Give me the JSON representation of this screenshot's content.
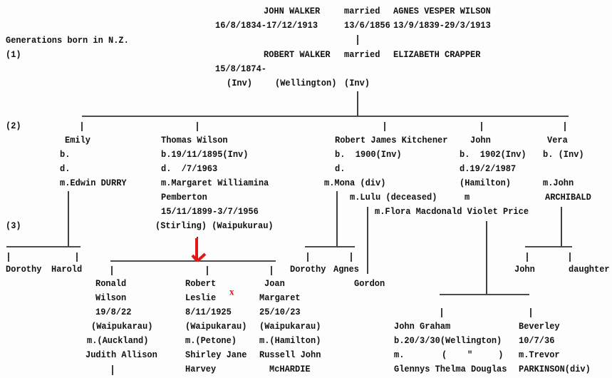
{
  "header": {
    "label": "Generations born in N.Z.",
    "gen1": "(1)",
    "gen2": "(2)",
    "gen3": "(3)"
  },
  "gen0": {
    "husband": "JOHN WALKER",
    "husband_dates": "16/8/1834-17/12/1913",
    "married_label": "married",
    "married_date": "13/6/1856",
    "wife": "AGNES VESPER WILSON",
    "wife_dates": "13/9/1839-29/3/1913"
  },
  "gen1": {
    "husband": "ROBERT WALKER",
    "married_label": "married",
    "wife": "ELIZABETH CRAPPER",
    "husband_dates": "15/8/1874-",
    "husband_place": "(Inv)",
    "married_place": "(Wellington)",
    "wife_place": "(Inv)"
  },
  "gen2": {
    "emily": {
      "name": "Emily",
      "born": "b.",
      "died": "d.",
      "married": "m.Edwin DURRY"
    },
    "thomas": {
      "name": "Thomas Wilson",
      "born": "b.19/11/1895(Inv)",
      "died": "d.  /7/1963",
      "married": "m.Margaret Williamina",
      "spouse_line2": "Pemberton",
      "spouse_dates": "15/11/1899-3/7/1956",
      "spouse_places": "(Stirling) (Waipukurau)"
    },
    "robert": {
      "name": "Robert James Kitchener",
      "born": "b.  1900(Inv)",
      "died": "d.",
      "married1": "m.Mona (div)",
      "married2": "m.Lulu (deceased)",
      "married3": "m.Flora Macdonald Violet Price"
    },
    "john": {
      "name": "John",
      "born": "b.  1902(Inv)",
      "died": "d.19/2/1987",
      "place": "(Hamilton)",
      "married": "m"
    },
    "vera": {
      "name": "Vera",
      "born": "b. (Inv)",
      "married": "m.John",
      "spouse_surname": "ARCHIBALD"
    }
  },
  "gen3": {
    "emily_children": [
      "Dorothy",
      "Harold"
    ],
    "ronald": {
      "name1": "Ronald",
      "name2": "Wilson",
      "born": "19/8/22",
      "place": "(Waipukarau)",
      "married": "m.(Auckland)",
      "spouse": "Judith Allison"
    },
    "robert": {
      "name1": "Robert",
      "name2": "Leslie",
      "born": "8/11/1925",
      "place": "(Waipukarau)",
      "married": "m.(Petone)",
      "spouse1": "Shirley Jane",
      "spouse2": "Harvey"
    },
    "joan": {
      "name1": "Joan",
      "name2": "Margaret",
      "born": "25/10/23",
      "place": "(Waipukarau)",
      "married": "m.(Hamilton)",
      "spouse1": "Russell John",
      "spouse2": "McHARDIE"
    },
    "mona_children": [
      "Dorothy",
      "Agnes"
    ],
    "lulu_child": "Gordon",
    "john_graham": {
      "name": "John Graham",
      "born": "b.20/3/30(Wellington)",
      "married": "m.",
      "married_place": "(    \"     )",
      "spouse": "Glennys Thelma Douglas"
    },
    "beverley": {
      "name": "Beverley",
      "born": "10/7/36",
      "married": "m.Trevor",
      "spouse": "PARKINSON(div)"
    },
    "vera_children": [
      "John",
      "daughter"
    ]
  },
  "annotation": {
    "mark": "x",
    "arrow_color": "#e0181b"
  }
}
